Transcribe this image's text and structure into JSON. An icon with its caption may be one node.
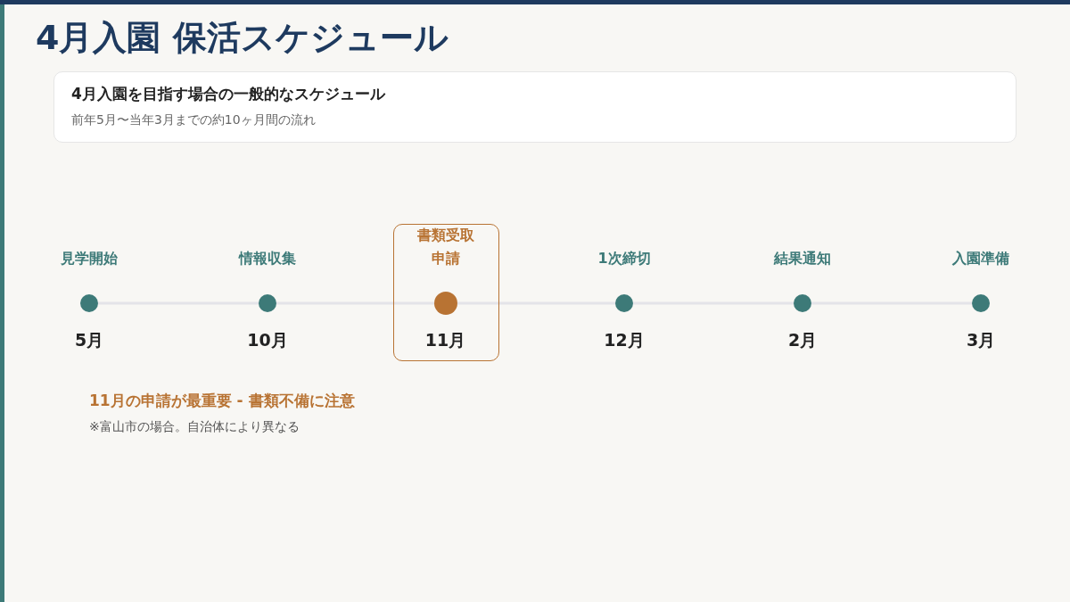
{
  "diagram": {
    "title": "4月入園 保活スケジュール",
    "nodes": [
      {
        "text": [
          "4月入園を目指す場合の一般的なスケジュール",
          "前年5月〜当年3月までの約10ヶ月間の流れ"
        ]
      },
      {
        "text": [
          "見学開始"
        ],
        "beside": [
          "5月"
        ]
      },
      {
        "text": [
          "情報収集"
        ],
        "beside": [
          "10月"
        ]
      },
      {
        "text": [],
        "shape": "box"
      },
      {
        "text": [
          "書類受取申請"
        ],
        "beside": [
          "11月"
        ],
        "in": 3
      },
      {
        "text": [
          "1次締切"
        ],
        "beside": [
          "12月"
        ]
      },
      {
        "text": [
          "結果通知"
        ],
        "beside": [
          "2月"
        ]
      },
      {
        "text": [
          "入園準備"
        ],
        "beside": [
          "3月"
        ]
      }
    ],
    "edges": [
      {
        "from": 1,
        "to": 2,
        "arrow": "none"
      },
      {
        "from": 2,
        "to": 4,
        "arrow": "none"
      },
      {
        "from": 4,
        "to": 5,
        "arrow": "none"
      },
      {
        "from": 5,
        "to": 6,
        "arrow": "none"
      },
      {
        "from": 6,
        "to": 7,
        "arrow": "none"
      }
    ],
    "labels": [
      "11月の申請が最重要 - 書類不備に注意",
      "※富山市の場合。自治体により異なる"
    ]
  }
}
